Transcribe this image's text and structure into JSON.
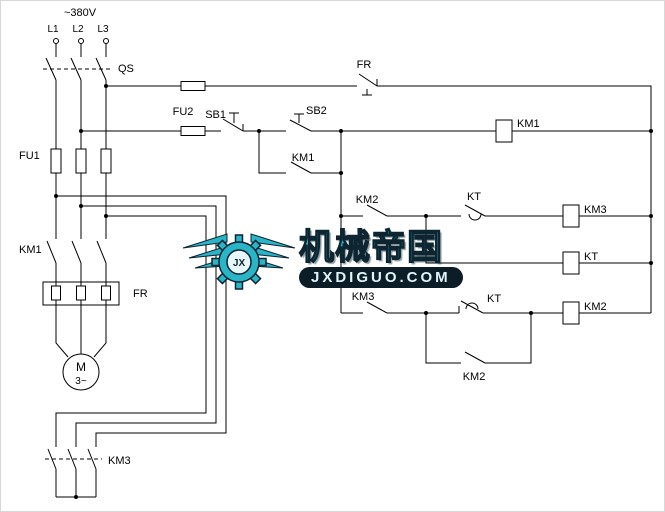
{
  "supply": {
    "voltage": "~380V",
    "phases": [
      "L1",
      "L2",
      "L3"
    ]
  },
  "labels": {
    "qs": "QS",
    "fu1": "FU1",
    "fu2": "FU2",
    "fr_main": "FR",
    "fr_contact": "FR",
    "km1_main": "KM1",
    "km1_hold": "KM1",
    "km1_coil": "KM1",
    "km2_no": "KM2",
    "km2_hold": "KM2",
    "km2_coil": "KM2",
    "km3_star": "KM3",
    "km3_no": "KM3",
    "km3_coil": "KM3",
    "kt_no": "KT",
    "kt_nc": "KT",
    "kt_coil": "KT",
    "sb1": "SB1",
    "sb2": "SB2",
    "motor_m": "M",
    "motor_3ph": "3~"
  },
  "watermark": {
    "badge": "JX",
    "title": "机械帝国",
    "url": "JXDIGUO.COM"
  },
  "colors": {
    "line": "#000000",
    "teal": "#2ab4c8",
    "dark": "#0c1e28"
  }
}
